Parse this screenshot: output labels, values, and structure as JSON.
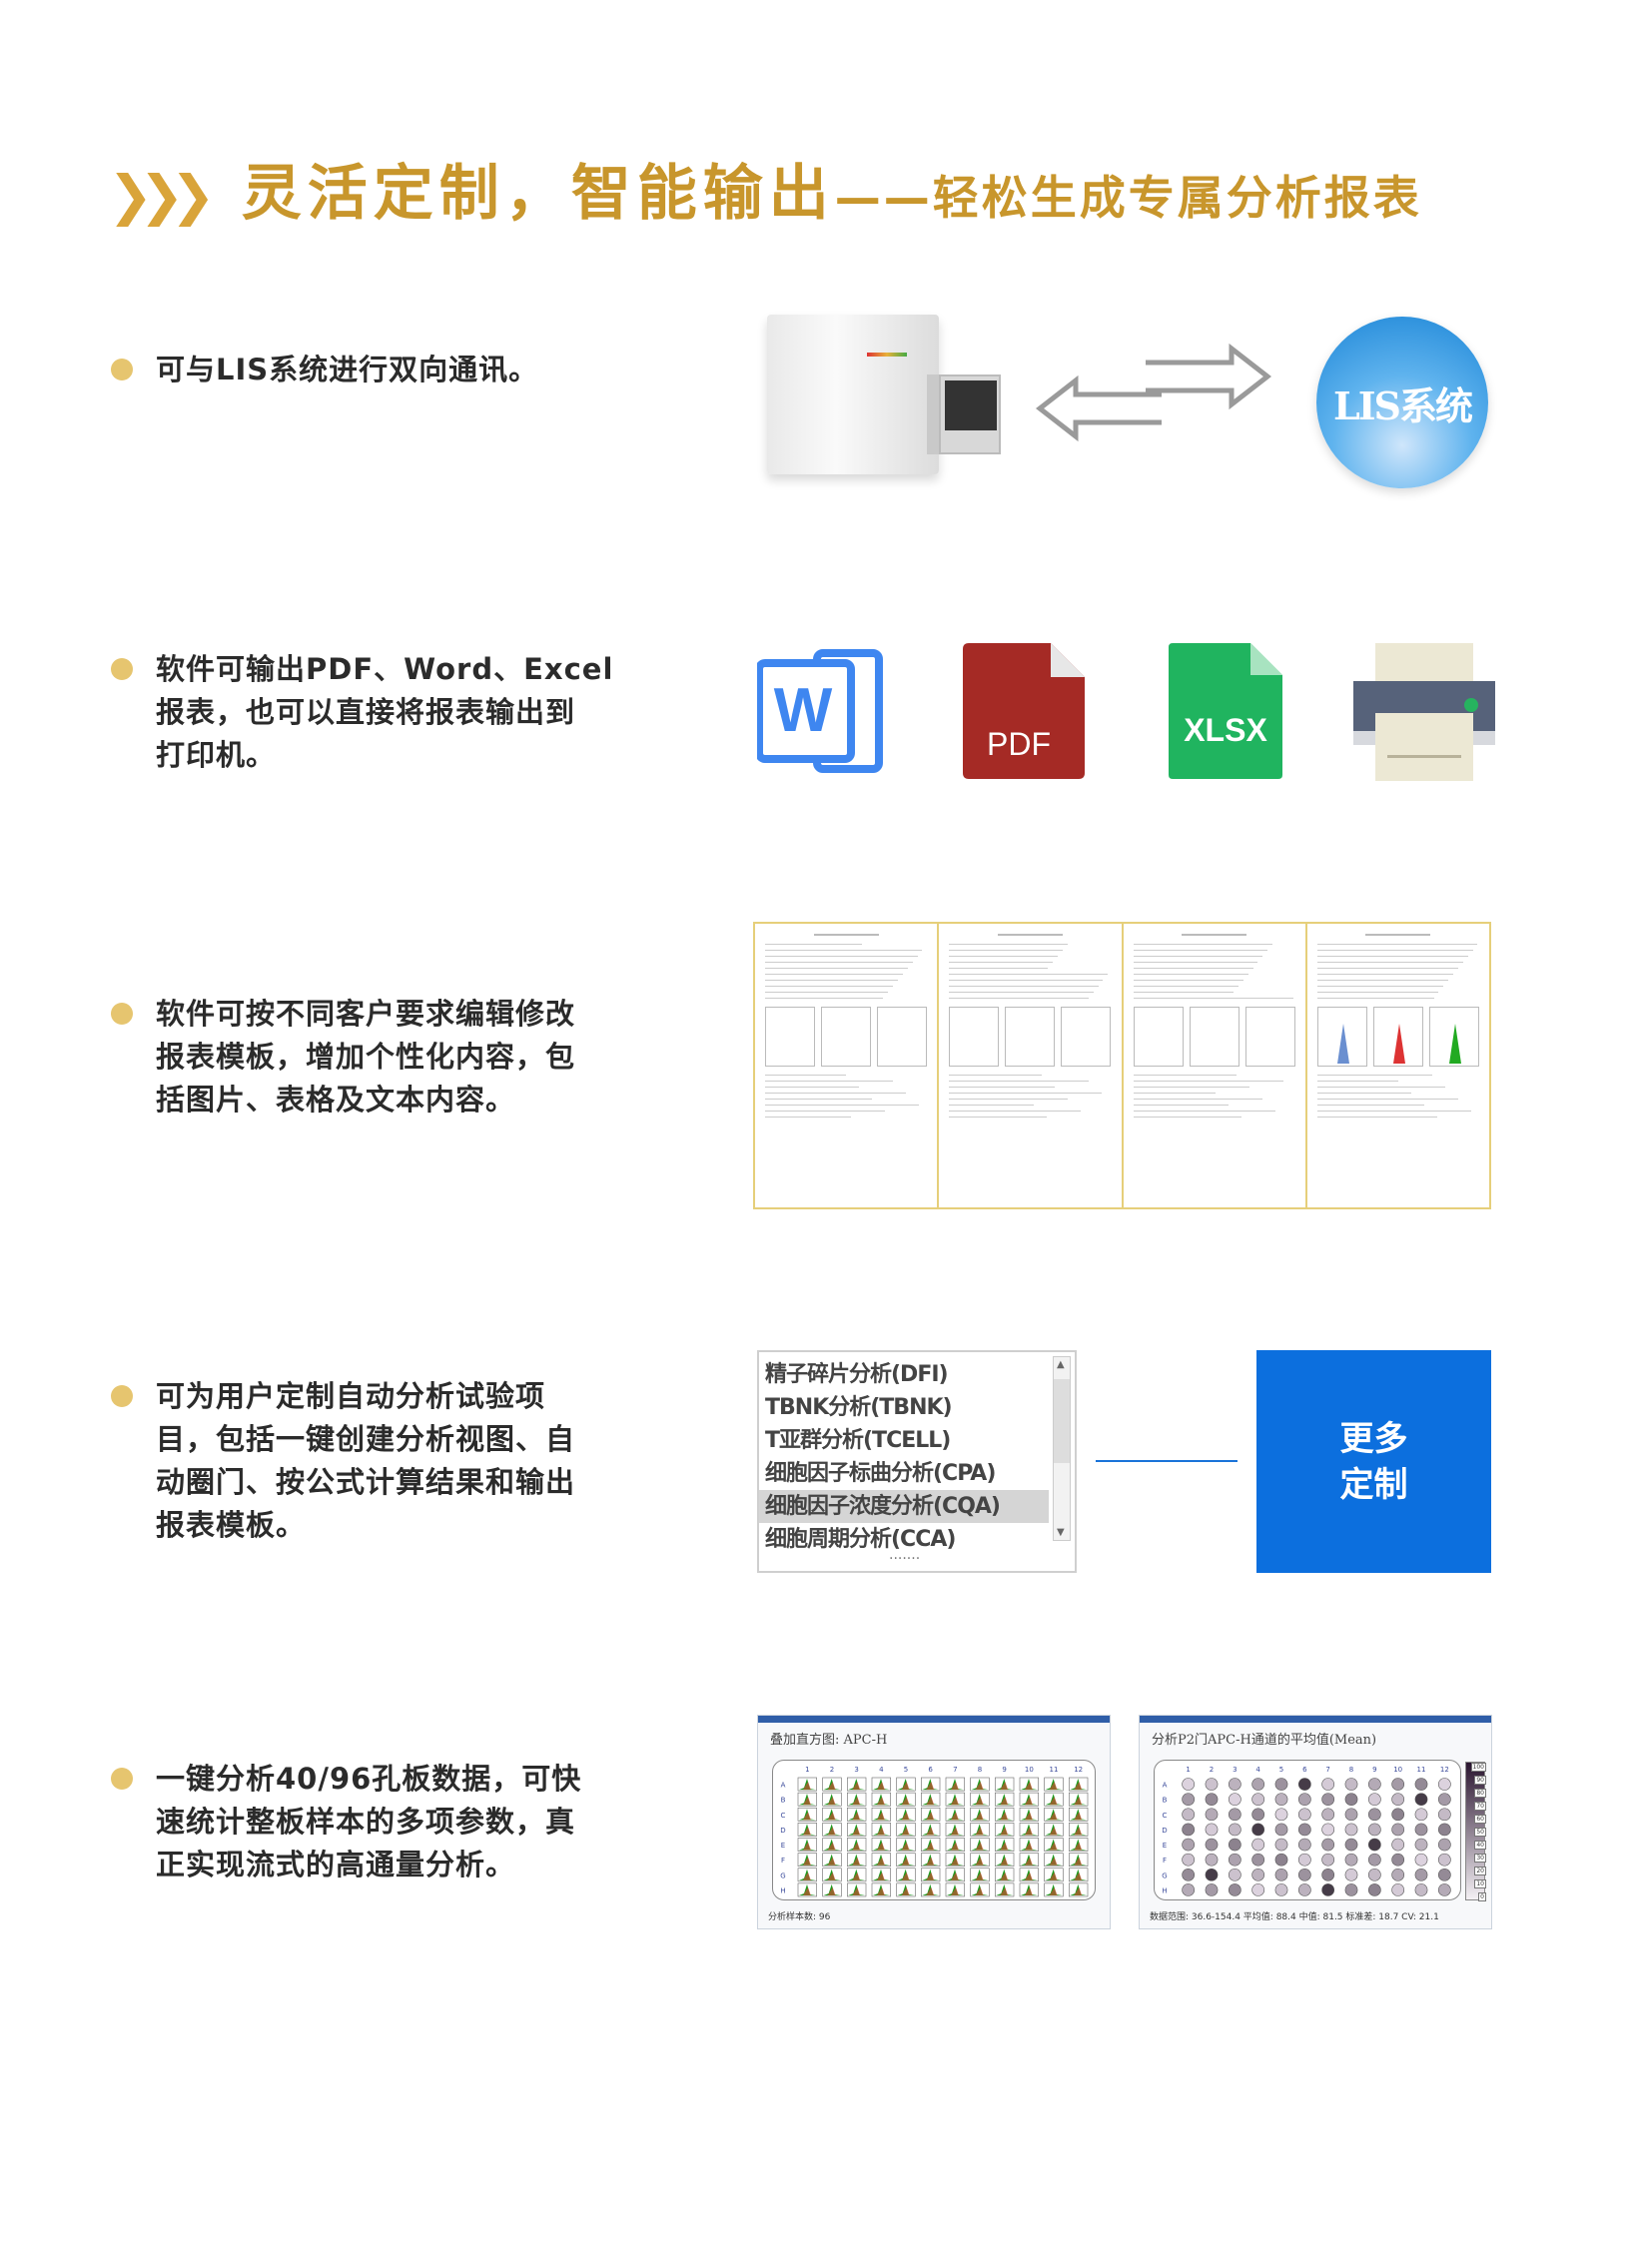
{
  "header": {
    "chevrons": "❯❯❯",
    "title": "灵活定制，智能输出",
    "subtitle": "——轻松生成专属分析报表",
    "accent": "#c8962c"
  },
  "features": [
    {
      "lines": [
        "可与LIS系统进行双向通讯。"
      ]
    },
    {
      "lines": [
        "软件可输出PDF、Word、Excel",
        "报表，也可以直接将报表输出到",
        "打印机。"
      ]
    },
    {
      "lines": [
        "软件可按不同客户要求编辑修改",
        "报表模板，增加个性化内容，包",
        "括图片、表格及文本内容。"
      ]
    },
    {
      "lines": [
        "可为用户定制自动分析试验项",
        "目，包括一键创建分析视图、自",
        "动圈门、按公式计算结果和输出",
        "报表模板。"
      ]
    },
    {
      "lines": [
        "一键分析40/96孔板数据，可快",
        "速统计整板样本的多项参数，真",
        "正实现流式的高通量分析。"
      ]
    }
  ],
  "lis": {
    "label": "LIS系统"
  },
  "formats": {
    "word": "W",
    "pdf": "PDF",
    "xlsx": "XLSX"
  },
  "templates": {
    "items": [
      "精子碎片分析(DFI)",
      "TBNK分析(TBNK)",
      "T亚群分析(TCELL)",
      "细胞因子标曲分析(CPA)",
      "细胞因子浓度分析(CQA)",
      "细胞周期分析(CCA)"
    ],
    "selected_index": 4,
    "more_dots": "·······",
    "more_label_1": "更多",
    "more_label_2": "定制"
  },
  "plates": {
    "rows": [
      "A",
      "B",
      "C",
      "D",
      "E",
      "F",
      "G",
      "H"
    ],
    "cols": [
      "1",
      "2",
      "3",
      "4",
      "5",
      "6",
      "7",
      "8",
      "9",
      "10",
      "11",
      "12"
    ],
    "left": {
      "title": "叠加直方图: APC-H",
      "footer": "分析样本数: 96"
    },
    "right": {
      "title": "分析P2门APC-H通道的平均值(Mean)",
      "footer": "数据范围: 36.6-154.4  平均值: 88.4  中值: 81.5  标准差: 18.7  CV: 21.1",
      "scale": [
        "100",
        "90",
        "80",
        "70",
        "60",
        "50",
        "40",
        "30",
        "20",
        "10",
        "0"
      ]
    }
  }
}
